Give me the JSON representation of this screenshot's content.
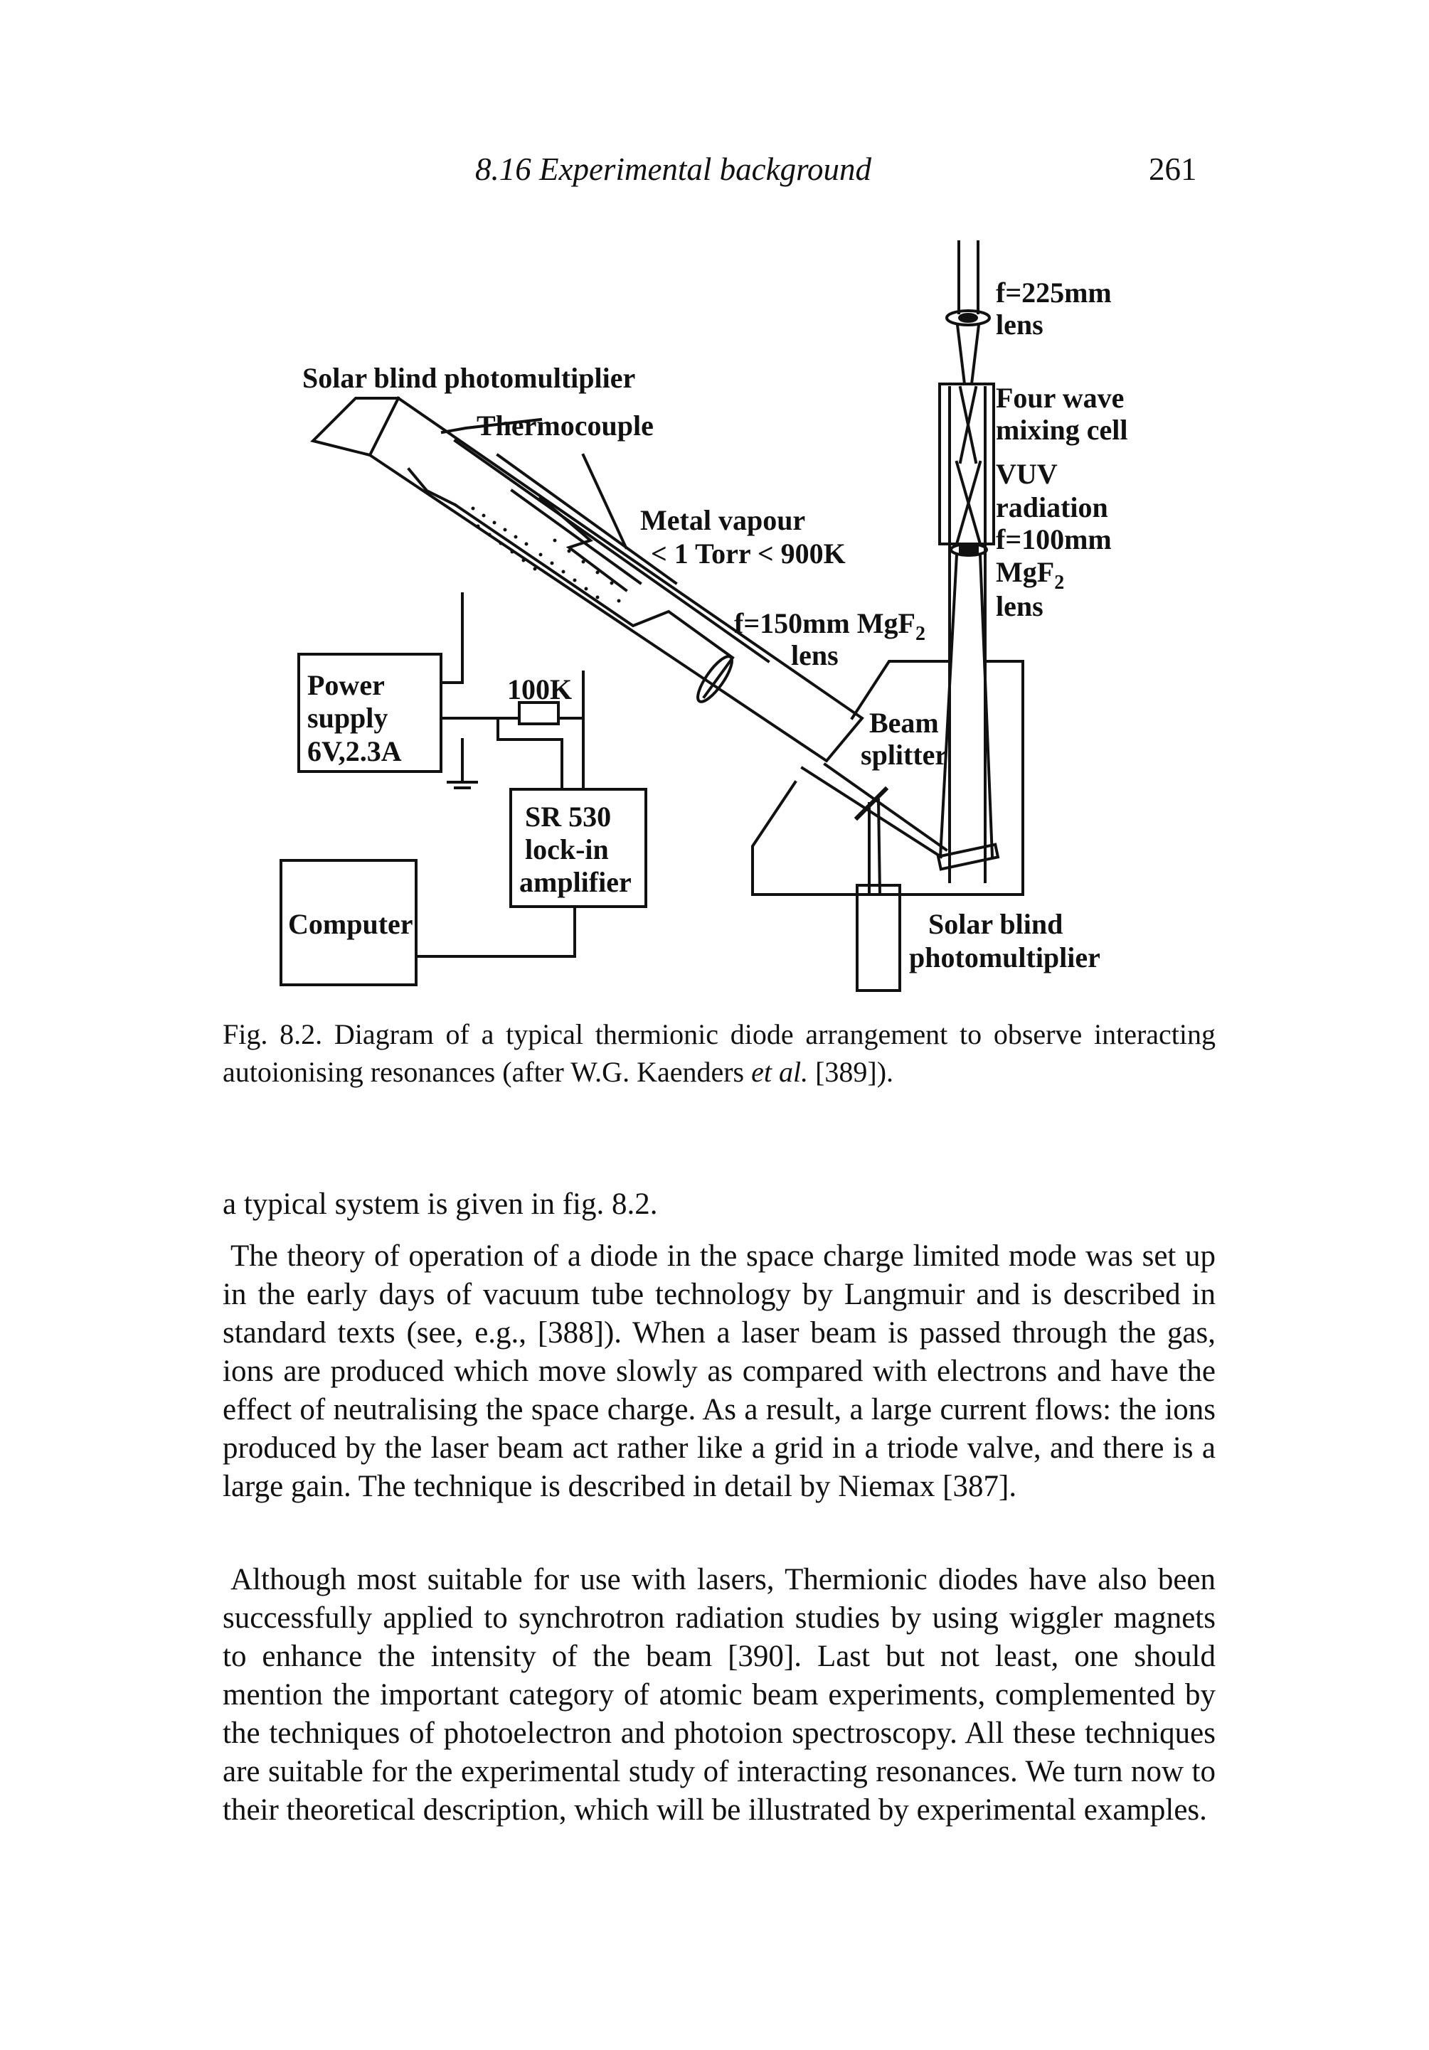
{
  "header": {
    "running_title": "8.16 Experimental background",
    "page_number": "261"
  },
  "figure": {
    "labels": {
      "f225_line1": "f=225mm",
      "f225_line2": "lens",
      "solar_top": "Solar blind photomultiplier",
      "thermocouple": "Thermocouple",
      "four_wave_line1": "Four wave",
      "four_wave_line2": "mixing cell",
      "metal_line1": "Metal vapour",
      "metal_line2": "< 1 Torr < 900K",
      "vuv_line1": "VUV",
      "vuv_line2": "radiation",
      "f100_line1": "f=100mm",
      "f100_line2": "MgF",
      "f100_sub": "2",
      "f100_line3": "lens",
      "f150_line1": "f=150mm MgF",
      "f150_sub": "2",
      "f150_line2": "lens",
      "power_line1": "Power",
      "power_line2": "supply",
      "power_line3": "6V,2.3A",
      "resistor": "100K",
      "beam_line1": "Beam",
      "beam_line2": "splitter",
      "lockin_line1": "SR 530",
      "lockin_line2": "lock-in",
      "lockin_line3": "amplifier",
      "computer": "Computer",
      "solar_bottom_line1": "Solar blind",
      "solar_bottom_line2": "photomultiplier"
    },
    "caption": {
      "number": "Fig. 8.2.",
      "text_before": "Diagram of a typical thermionic diode arrangement to observe interacting autoionising resonances (after W.G. Kaenders",
      "etal": "et al.",
      "text_after": "[389])."
    }
  },
  "body": {
    "p1": "a typical system is given in fig. 8.2.",
    "p2": "The theory of operation of a diode in the space charge limited mode was set up in the early days of vacuum tube technology by Langmuir and is described in standard texts (see, e.g., [388]). When a laser beam is passed through the gas, ions are produced which move slowly as compared with electrons and have the effect of neutralising the space charge. As a result, a large current flows: the ions produced by the laser beam act rather like a grid in a triode valve, and there is a large gain. The technique is described in detail by Niemax [387].",
    "p3": "Although most suitable for use with lasers, Thermionic diodes have also been successfully applied to synchrotron radiation studies by using wiggler magnets to enhance the intensity of the beam [390]. Last but not least, one should mention the important category of atomic beam experiments, complemented by the techniques of photoelectron and photoion spectroscopy. All these techniques are suitable for the experimental study of interacting resonances. We turn now to their theoretical description, which will be illustrated by experimental examples."
  }
}
